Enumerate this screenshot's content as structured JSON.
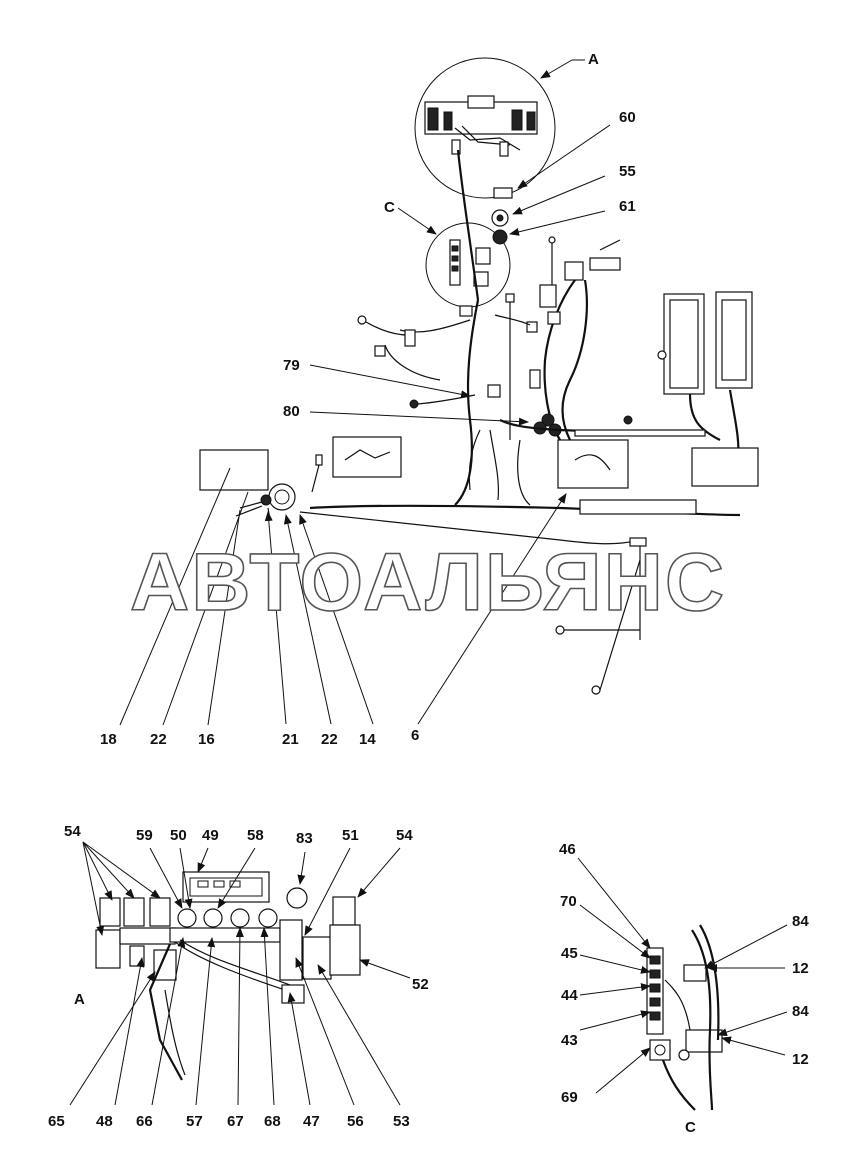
{
  "watermark": "АВТОАЛЬЯНС",
  "callouts": {
    "A_top": "A",
    "C_top": "C",
    "n60": "60",
    "n55": "55",
    "n61": "61",
    "n79": "79",
    "n80": "80",
    "n18": "18",
    "n22a": "22",
    "n16": "16",
    "n21": "21",
    "n22b": "22",
    "n14": "14",
    "n6": "6",
    "n54a": "54",
    "n59": "59",
    "n50": "50",
    "n49": "49",
    "n58": "58",
    "n83": "83",
    "n51": "51",
    "n54b": "54",
    "n52": "52",
    "A_bot": "A",
    "n65": "65",
    "n48": "48",
    "n66": "66",
    "n57": "57",
    "n67": "67",
    "n68": "68",
    "n47": "47",
    "n56": "56",
    "n53": "53",
    "n46": "46",
    "n70": "70",
    "n45": "45",
    "n44": "44",
    "n43": "43",
    "n69": "69",
    "n84a": "84",
    "n12a": "12",
    "n84b": "84",
    "n12b": "12",
    "C_bot": "C"
  },
  "icons": [
    "arrowhead-icon"
  ]
}
